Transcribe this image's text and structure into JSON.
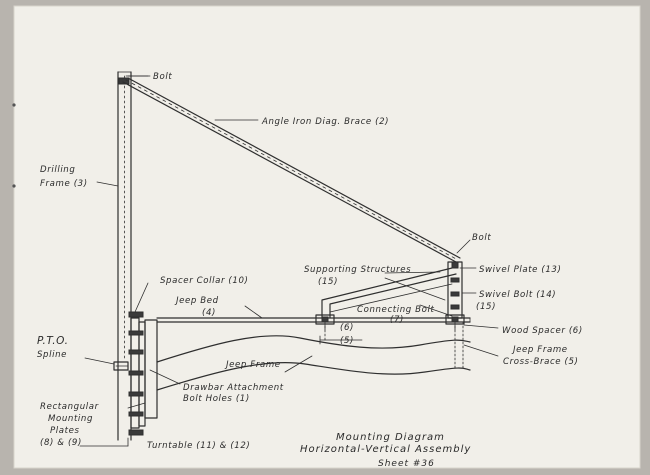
{
  "labels": {
    "bolt_top": "Bolt",
    "angle_iron": "Angle Iron Diag. Brace (2)",
    "drilling_frame_1": "Drilling",
    "drilling_frame_2": "Frame (3)",
    "bolt_right": "Bolt",
    "supporting_structures_1": "Supporting Structures",
    "supporting_structures_2": "(15)",
    "swivel_plate": "Swivel Plate (13)",
    "spacer_collar": "Spacer Collar (10)",
    "swivel_bolt": "Swivel Bolt (14)",
    "swivel_bolt_num": "(15)",
    "jeep_bed_1": "Jeep Bed",
    "jeep_bed_2": "(4)",
    "connecting_bolt_1": "Connecting Bolt",
    "connecting_bolt_2": "(7)",
    "wood_spacer": "Wood Spacer (6)",
    "num_6": "(6)",
    "num_5": "(5)",
    "pto_1": "P.T.O.",
    "pto_2": "Spline",
    "jeep_frame": "Jeep Frame",
    "cross_brace_1": "Jeep Frame",
    "cross_brace_2": "Cross-Brace (5)",
    "drawbar_1": "Drawbar Attachment",
    "drawbar_2": "Bolt Holes (1)",
    "rect_plates_1": "Rectangular",
    "rect_plates_2": "Mounting",
    "rect_plates_3": "Plates",
    "rect_plates_4": "(8) & (9)",
    "turntable": "Turntable (11) & (12)"
  },
  "title": {
    "line1": "Mounting Diagram",
    "line2": "Horizontal-Vertical Assembly",
    "line3": "Sheet #36"
  },
  "colors": {
    "paper": "#f1efe9",
    "ink": "#2f2f2f",
    "background": "#b8b4ae"
  }
}
